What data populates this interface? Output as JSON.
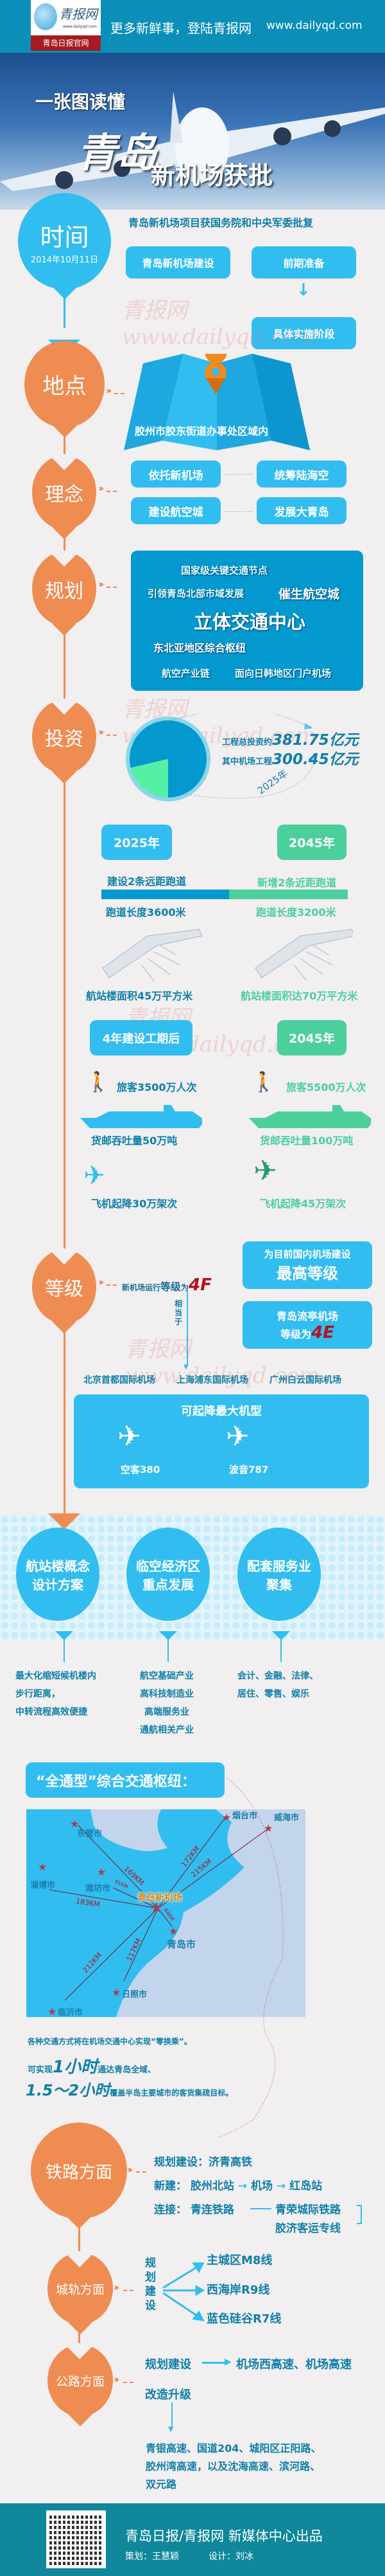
{
  "header": {
    "logo_name": "青报网",
    "logo_url": "www.dailyqd.com",
    "logo_sub": "青岛日报官网",
    "slogan": "更多新鲜事，登陆青报网",
    "site": "www.dailyqd.com"
  },
  "hero": {
    "line1": "一张图读懂",
    "line2": "青岛",
    "line3": "新机场获批"
  },
  "watermark": "青报网 www.dailyqd.com",
  "time": {
    "label": "时间",
    "date": "2014年10月11日",
    "headline": "青岛新机场项目获国务院和中央军委批复",
    "box1": "青岛新机场建设",
    "box2": "前期准备",
    "box3": "具体实施阶段"
  },
  "place": {
    "label": "地点",
    "text": "胶州市胶东街道办事处区域内"
  },
  "concept": {
    "label": "理念",
    "items": [
      "依托新机场",
      "统筹陆海空",
      "建设航空城",
      "发展大青岛"
    ]
  },
  "plan": {
    "label": "规划",
    "t1": "国家级关键交通节点",
    "t2": "引领青岛北部市域发展",
    "t3": "催生航空城",
    "t4": "立体交通中心",
    "t5": "东北亚地区综合枢纽",
    "t6": "航空产业链",
    "t7": "面向日韩地区门户机场"
  },
  "invest": {
    "label": "投资",
    "total_label": "工程总投资约",
    "total": "381.75亿元",
    "airport_label": "其中机场工程",
    "airport": "300.45亿元",
    "year": "2025年",
    "total_value": 381.75,
    "airport_value": 300.45,
    "colors": {
      "airport": "#0399cf",
      "other": "#55f0a6",
      "ring": "#8dd6ea"
    }
  },
  "phases": {
    "y2025": "2025年",
    "y2045": "2045年",
    "runway_a": "建设2条远距跑道",
    "runway_b": "新增2条近距跑道",
    "len_a": "跑道长度3600米",
    "len_b": "跑道长度3200米",
    "term_a": "航站楼面积45万平方米",
    "term_b": "航站楼面积达70万平方米",
    "after": "4年建设工期后",
    "y2045b": "2045年",
    "pax_a": "旅客3500万人次",
    "pax_b": "旅客5500万人次",
    "cargo_a": "货邮吞吐量50万吨",
    "cargo_b": "货邮吞吐量100万吨",
    "flights_a": "飞机起降30万架次",
    "flights_b": "飞机起降45万架次"
  },
  "grade": {
    "label": "等级",
    "pre": "新机场运行",
    "mid": "等级",
    "post": "为",
    "level": "4F",
    "box1a": "为目前国内机场建设",
    "box1b": "最高等级",
    "box2a": "青岛流亭机场",
    "box2b": "等级为",
    "level2": "4E",
    "equiv": "相当于",
    "airports": [
      "北京首都国际机场",
      "上海浦东国际机场",
      "广州白云国际机场"
    ],
    "max_title": "可起降最大机型",
    "models": [
      "空客380",
      "波音787"
    ]
  },
  "focus": [
    {
      "title": "航站楼概念设计方案",
      "desc": [
        "最大化缩短候机楼内",
        "步行距离，",
        "中转流程高效便捷"
      ]
    },
    {
      "title": "临空经济区重点发展",
      "desc": [
        "航空基础产业",
        "高科技制造业",
        "高端服务业",
        "通航相关产业"
      ]
    },
    {
      "title": "配套服务业聚集",
      "desc": [
        "会计、金融、法律、",
        "居住、零售、娱乐"
      ]
    }
  ],
  "hub": {
    "title": "“全通型”综合交通枢纽：",
    "center": "青岛新机场",
    "cities": [
      "东营市",
      "淄博市",
      "潍坊市",
      "烟台市",
      "威海市",
      "青岛市",
      "日照市",
      "临沂市"
    ],
    "distances": [
      "169KM",
      "183KM",
      "91KM",
      "172KM",
      "215KM",
      "44KM",
      "117KM",
      "212KM"
    ],
    "note1": "各种交通方式将在机场交通中心实现“零换乘”。",
    "note2a": "可实现",
    "note2b": "1小时",
    "note2c": "通达青岛全域、",
    "note3a": "1.5～2小时",
    "note3b": "覆盖半岛主要城市的客货集疏目标。"
  },
  "rail": {
    "label": "铁路方面",
    "plan_k": "规划建设：",
    "plan_v": "济青高铁",
    "new_k": "新建：",
    "new_route": [
      "胶州北站",
      "机场",
      "红岛站"
    ],
    "conn_k": "连接：",
    "conn_a": "青连铁路",
    "conn_b": [
      "青荣城际铁路",
      "胶济客运专线"
    ]
  },
  "metro": {
    "label": "城轨方面",
    "plan": "规划建设",
    "lines": [
      "主城区M8线",
      "西海岸R9线",
      "蓝色硅谷R7线"
    ]
  },
  "road": {
    "label": "公路方面",
    "plan": "规划建设",
    "plan_v": "机场西高速、机场高速",
    "upgrade": "改造升级",
    "roads": [
      "青银高速、国道204、城阳区正阳路、",
      "胶州湾高速，以及沈海高速、滨河路、",
      "双元路"
    ]
  },
  "footer": {
    "title": "青岛日报/青报网 新媒体中心出品",
    "planner": "策划：王慧颖",
    "designer": "设计：刘冰"
  }
}
